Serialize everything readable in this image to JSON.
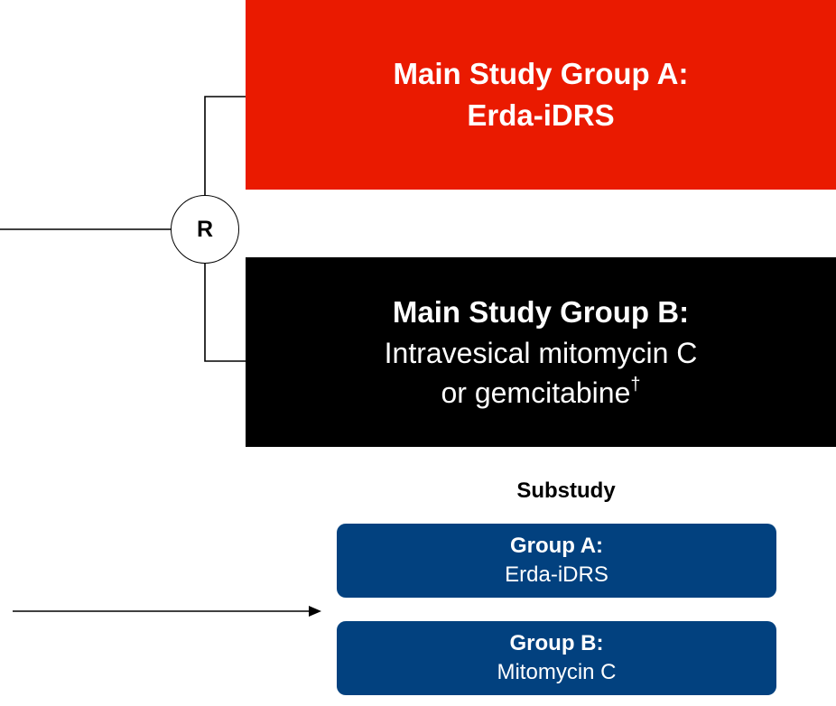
{
  "randomization": {
    "label": "R"
  },
  "main_study": {
    "group_a": {
      "title_line1": "Main Study Group A:",
      "title_line2": "Erda-iDRS",
      "color": "#ea1a00"
    },
    "group_b": {
      "title": "Main Study Group B:",
      "treatment_line1": "Intravesical mitomycin C",
      "treatment_line2": "or gemcitabine",
      "footnote_mark": "†",
      "color": "#000000"
    }
  },
  "substudy": {
    "title": "Substudy",
    "color": "#02417f",
    "group_a": {
      "label": "Group A:",
      "treatment": "Erda-iDRS"
    },
    "group_b": {
      "label": "Group B:",
      "treatment": "Mitomycin C"
    }
  }
}
